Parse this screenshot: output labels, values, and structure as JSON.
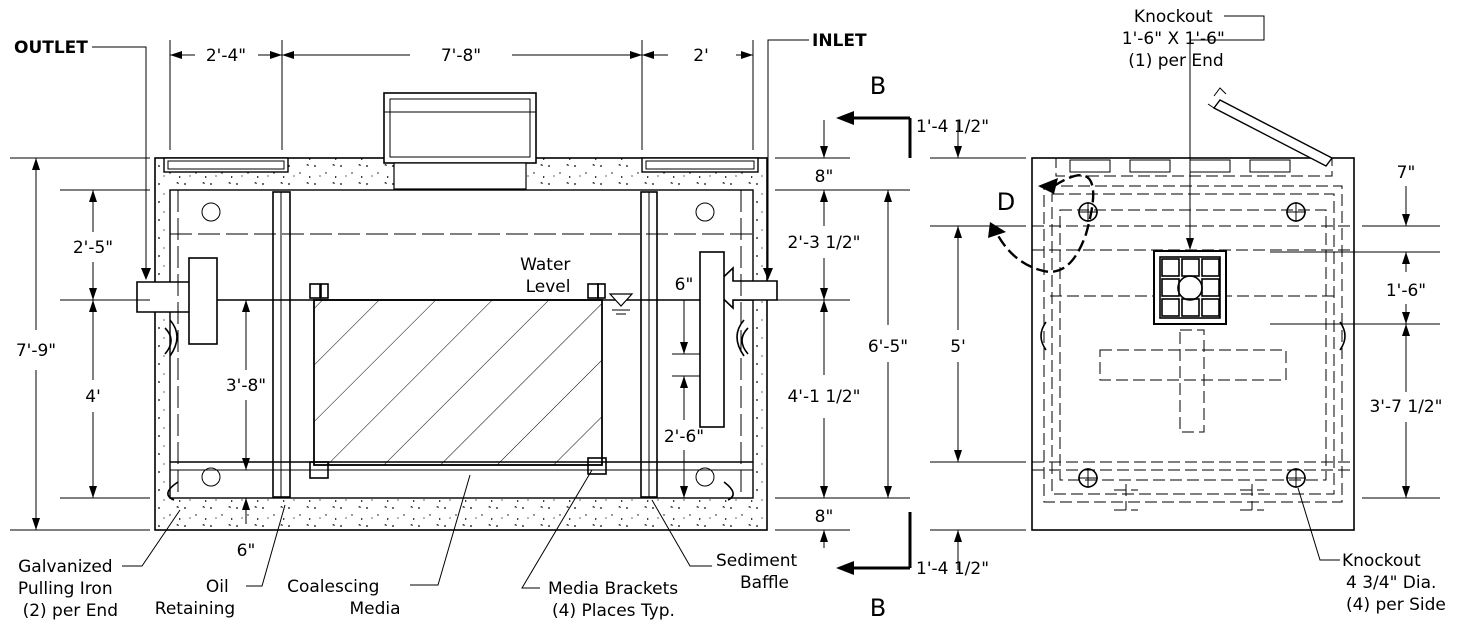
{
  "labels": {
    "outlet": "OUTLET",
    "inlet": "INLET",
    "section_marker": "B",
    "detail_marker": "D",
    "water_level": "Water\nLevel",
    "knockout_top": "Knockout\n1'-6\" X 1'-6\"\n(1) per End",
    "knockout_bottom": "Knockout\n4 3/4\" Dia.\n(4) per Side",
    "pulling_iron": "Galvanized\nPulling Iron\n(2) per End",
    "oil_retaining": "Oil\nRetaining",
    "coalescing_media": "Coalescing\nMedia",
    "media_brackets": "Media Brackets\n(4) Places Typ.",
    "sediment_baffle": "Sediment\nBaffle"
  },
  "dimensions": {
    "top_left": "2'-4\"",
    "top_mid": "7'-8\"",
    "top_right": "2'",
    "overall_height": "7'-9\"",
    "left_upper": "2'-5\"",
    "left_lower": "4'",
    "oil_baffle_h": "3'-8\"",
    "bottom_gap": "6\"",
    "inlet_drop": "6\"",
    "sediment_h": "2'-6\"",
    "top_slab": "8\"",
    "bottom_slab": "8\"",
    "right_upper": "2'-3 1/2\"",
    "right_lower": "4'-1 1/2\"",
    "inner_height": "6'-5\"",
    "cover_top": "1'-4 1/2\"",
    "cover_bottom": "1'-4 1/2\"",
    "end_height": "5'",
    "end_top": "7\"",
    "end_knockout": "1'-6\"",
    "end_lower": "3'-7 1/2\""
  }
}
